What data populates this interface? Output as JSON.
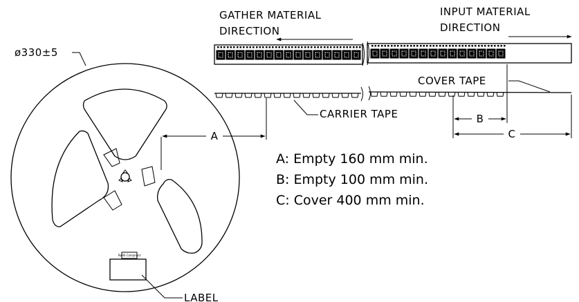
{
  "labels": {
    "gather_line1": "GATHER MATERIAL",
    "gather_line2": "DIRECTION",
    "input_line1": "INPUT MATERIAL",
    "input_line2": "DIRECTION",
    "cover_tape": "COVER TAPE",
    "carrier_tape": "CARRIER TAPE",
    "diameter": "ø330±5",
    "label": "LABEL",
    "label_sticker": "RoHS Compliant",
    "dim_a": "A",
    "dim_b": "B",
    "dim_c": "C"
  },
  "notes": [
    "A: Empty 160 mm min.",
    "B: Empty 100 mm min.",
    "C: Cover 400 mm min."
  ]
}
